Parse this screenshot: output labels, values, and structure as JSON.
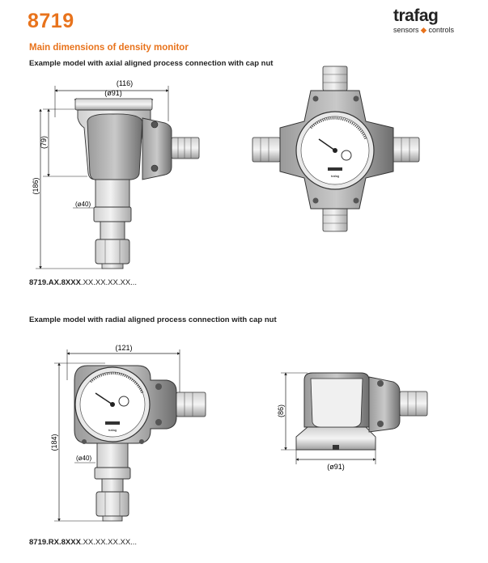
{
  "header": {
    "product_number": "8719",
    "logo": {
      "word": "trafag",
      "tag_left": "sensors",
      "tag_sep": "◆",
      "tag_right": "controls"
    }
  },
  "section_title": "Main dimensions of density monitor",
  "example_axial": {
    "caption": "Example model with axial aligned process connection with cap nut",
    "dim_width": "(116)",
    "dim_diameter": "(ø91)",
    "dim_height_upper": "(79)",
    "dim_height_total": "(186)",
    "dim_stem": "(ø40)",
    "model_code_bold": "8719.AX.8XXX",
    "model_code_rest": ".XX.XX.XX.XX..."
  },
  "example_radial": {
    "caption": "Example model with radial aligned process connection with cap nut",
    "dim_width": "(121)",
    "dim_height_total": "(184)",
    "dim_stem": "(ø40)",
    "dim_side_height": "(86)",
    "dim_side_diameter": "(ø91)",
    "model_code_bold": "8719.RX.8XXX",
    "model_code_rest": ".XX.XX.XX.XX..."
  },
  "dial": {
    "brand": "trafag"
  }
}
